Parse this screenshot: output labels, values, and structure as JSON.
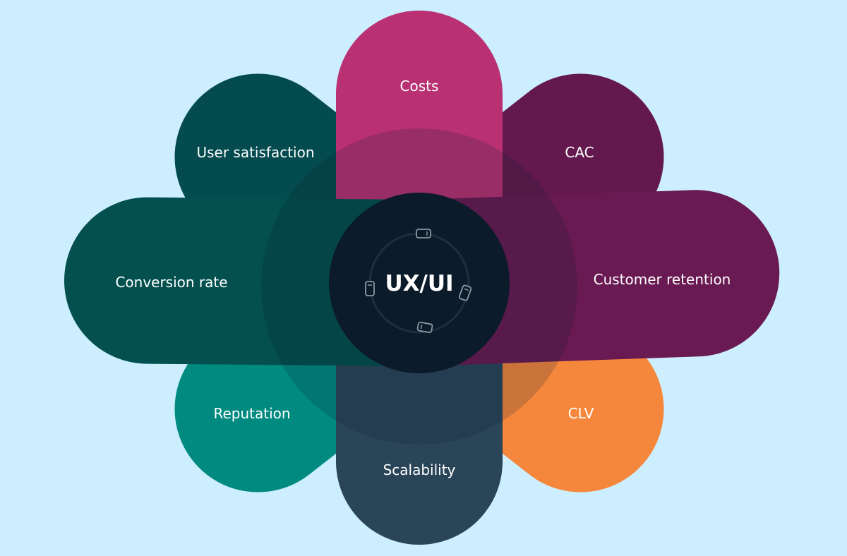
{
  "center": {
    "label": "UX/UI"
  },
  "petals": [
    {
      "key": "costs",
      "label": "Costs",
      "color": "#b93172"
    },
    {
      "key": "cac",
      "label": "CAC",
      "color": "#63194e"
    },
    {
      "key": "customer-retention",
      "label": "Customer retention",
      "color": "#691a52"
    },
    {
      "key": "clv",
      "label": "CLV",
      "color": "#f5873d"
    },
    {
      "key": "scalability",
      "label": "Scalability",
      "color": "#2a4558"
    },
    {
      "key": "reputation",
      "label": "Reputation",
      "color": "#008a80"
    },
    {
      "key": "conversion-rate",
      "label": "Conversion rate",
      "color": "#03504f"
    },
    {
      "key": "user-satisfaction",
      "label": "User satisfaction",
      "color": "#034b4e"
    }
  ],
  "colors": {
    "background": "#cdeeff",
    "center": "#0b1b2a",
    "ring": "#1d2f3e",
    "center_icons": "#8d98a3"
  }
}
